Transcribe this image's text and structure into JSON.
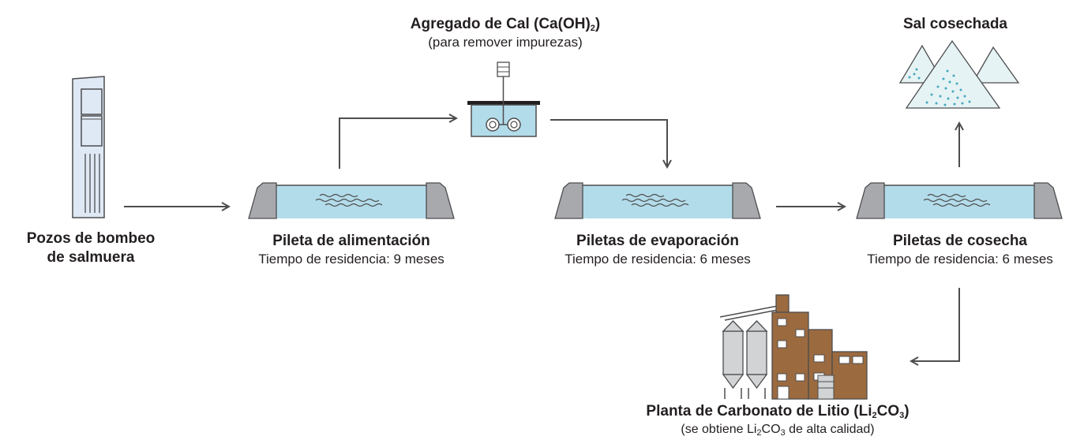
{
  "nodes": {
    "wells": {
      "line1": "Pozos de bombeo",
      "line2": "de salmuera"
    },
    "lime": {
      "title_prefix": "Agregado de Cal (Ca(OH)",
      "title_sub": "2",
      "title_suffix": ")",
      "subtitle": "(para remover impurezas)"
    },
    "feed_pond": {
      "title": "Pileta de alimentación",
      "subtitle": "Tiempo de residencia: 9 meses"
    },
    "evap_ponds": {
      "title": "Piletas de evaporación",
      "subtitle": "Tiempo de residencia: 6 meses"
    },
    "harvest_ponds": {
      "title": "Piletas de cosecha",
      "subtitle": "Tiempo de residencia: 6 meses"
    },
    "salt": {
      "title": "Sal cosechada"
    },
    "plant": {
      "title_prefix": "Planta de Carbonato de Litio (Li",
      "title_sub1": "2",
      "title_mid": "CO",
      "title_sub2": "3",
      "title_suffix": ")",
      "sub_prefix": "(se obtiene Li",
      "sub_sub1": "2",
      "sub_mid": "CO",
      "sub_sub2": "3",
      "sub_suffix": " de alta calidad)"
    }
  },
  "colors": {
    "line": "#4d4d4f",
    "water": "#b3dcea",
    "bank": "#a7a9ac",
    "well": "#dfe9f5",
    "salt": "#e6f3f4",
    "salt_dots": "#47a8bf",
    "brick": "#9c6a3f",
    "silo": "#d1d3d4"
  }
}
